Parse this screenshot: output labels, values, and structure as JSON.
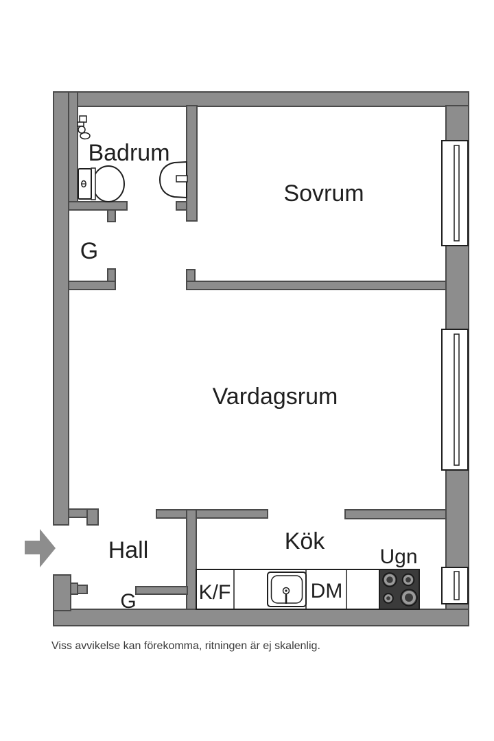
{
  "floorplan": {
    "rooms": {
      "badrum": {
        "label": "Badrum"
      },
      "sovrum": {
        "label": "Sovrum"
      },
      "vardagsrum": {
        "label": "Vardagsrum"
      },
      "hall": {
        "label": "Hall"
      },
      "kok": {
        "label": "Kök"
      },
      "closet_upper": {
        "label": "G"
      },
      "closet_lower": {
        "label": "G"
      }
    },
    "kitchen_fixtures": {
      "fridge_freezer": {
        "label": "K/F"
      },
      "dishwasher": {
        "label": "DM"
      },
      "oven": {
        "label": "Ugn"
      }
    },
    "icons": {
      "entrance": "entrance-arrow-icon",
      "toilet": "toilet-icon",
      "bathroom_sink": "bathroom-sink-icon",
      "washer_tap": "washer-tap-icon",
      "kitchen_sink": "kitchen-sink-icon",
      "stove": "stove-icon",
      "window": "window-icon"
    },
    "disclaimer": "Viss avvikelse kan förekomma, ritningen är ej skalenlig.",
    "colors": {
      "wall": "#8D8D8D",
      "wall_outline": "#4A4A4A",
      "text": "#1F1F1F",
      "stove": "#3B3B3B",
      "fixture_outline": "#1E1E1E",
      "background": "#FFFFFF"
    }
  }
}
